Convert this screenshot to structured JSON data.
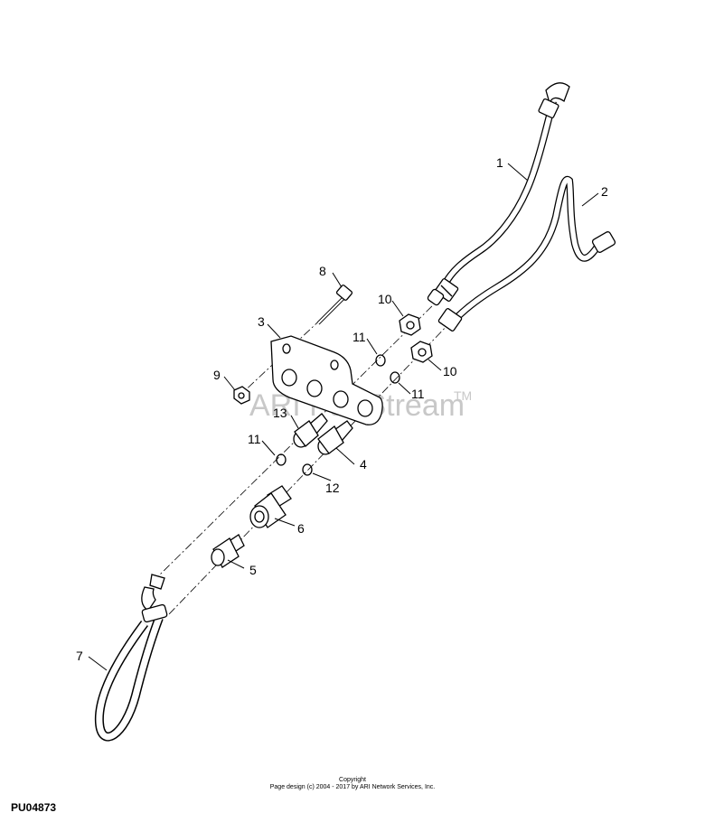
{
  "watermark": {
    "text": "ARI PartStream",
    "trademark": "TM"
  },
  "callouts": [
    "1",
    "2",
    "3",
    "4",
    "5",
    "6",
    "7",
    "8",
    "9",
    "10",
    "10",
    "11",
    "11",
    "11",
    "12",
    "13"
  ],
  "footer": {
    "copyright_label": "Copyright",
    "copyright_notice": "Page design (c) 2004 - 2017 by ARI Network Services, Inc."
  },
  "drawing_id": "PU04873"
}
